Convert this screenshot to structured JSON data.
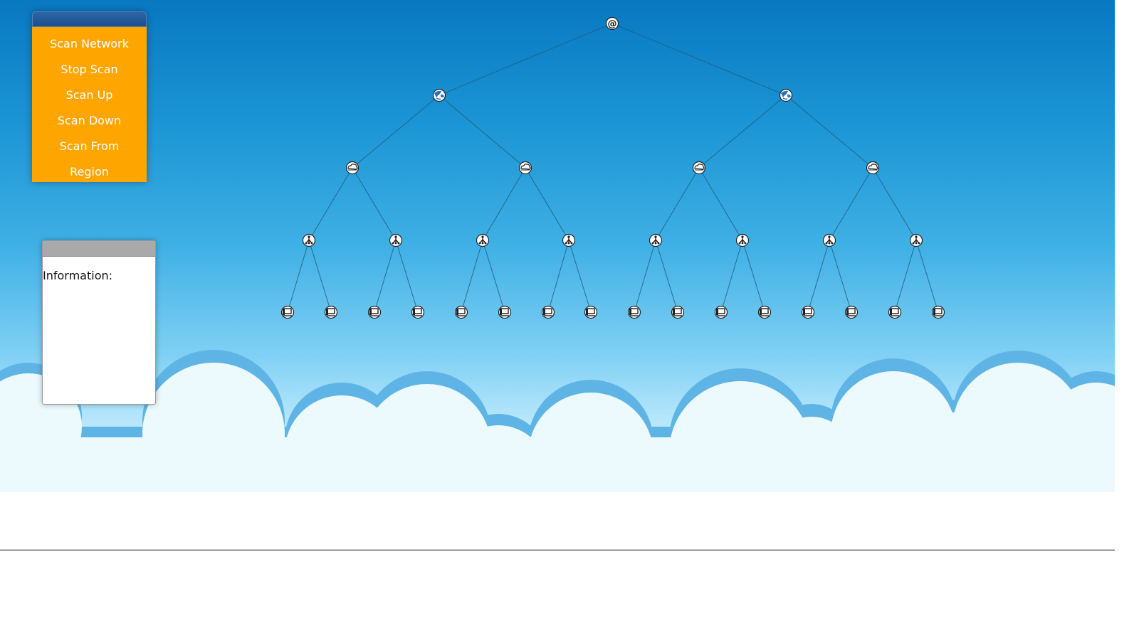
{
  "menu": {
    "buttons": [
      {
        "label": "Scan Network"
      },
      {
        "label": "Stop Scan"
      },
      {
        "label": "Scan Up"
      },
      {
        "label": "Scan Down"
      },
      {
        "label": "Scan From Region"
      }
    ]
  },
  "info_panel": {
    "label": "Information:"
  },
  "tree": {
    "root": {
      "icon": "at-sign-icon"
    },
    "levels": [
      {
        "icon": "globe-icon",
        "count": 2
      },
      {
        "icon": "cloud-icon",
        "count": 4
      },
      {
        "icon": "router-icon",
        "count": 8
      },
      {
        "icon": "computer-icon",
        "count": 16
      }
    ]
  },
  "colors": {
    "menu_background": "#ffa500",
    "menu_titlebar": "#1c4e8d",
    "info_titlebar": "#a9a9a9",
    "sky_top": "#0878c1",
    "cloud_outline": "#5fb4e6",
    "cloud_fill": "#ecfafe"
  }
}
